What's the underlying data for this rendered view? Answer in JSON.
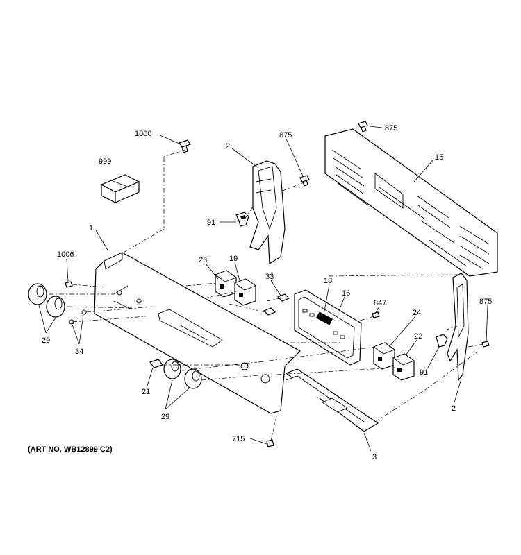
{
  "art_number": "(ART NO. WB12899 C2)",
  "callouts": {
    "c1000": "1000",
    "c999": "999",
    "c2_top": "2",
    "c875_mid": "875",
    "c875_top": "875",
    "c15": "15",
    "c91_top": "91",
    "c1": "1",
    "c1006": "1006",
    "c23": "23",
    "c19": "19",
    "c33": "33",
    "c18": "18",
    "c16": "16",
    "c847": "847",
    "c24": "24",
    "c875_right": "875",
    "c22": "22",
    "c91_right": "91",
    "c29_left": "29",
    "c34": "34",
    "c21": "21",
    "c29_bottom": "29",
    "c715": "715",
    "c3": "3",
    "c2_bottom": "2"
  }
}
